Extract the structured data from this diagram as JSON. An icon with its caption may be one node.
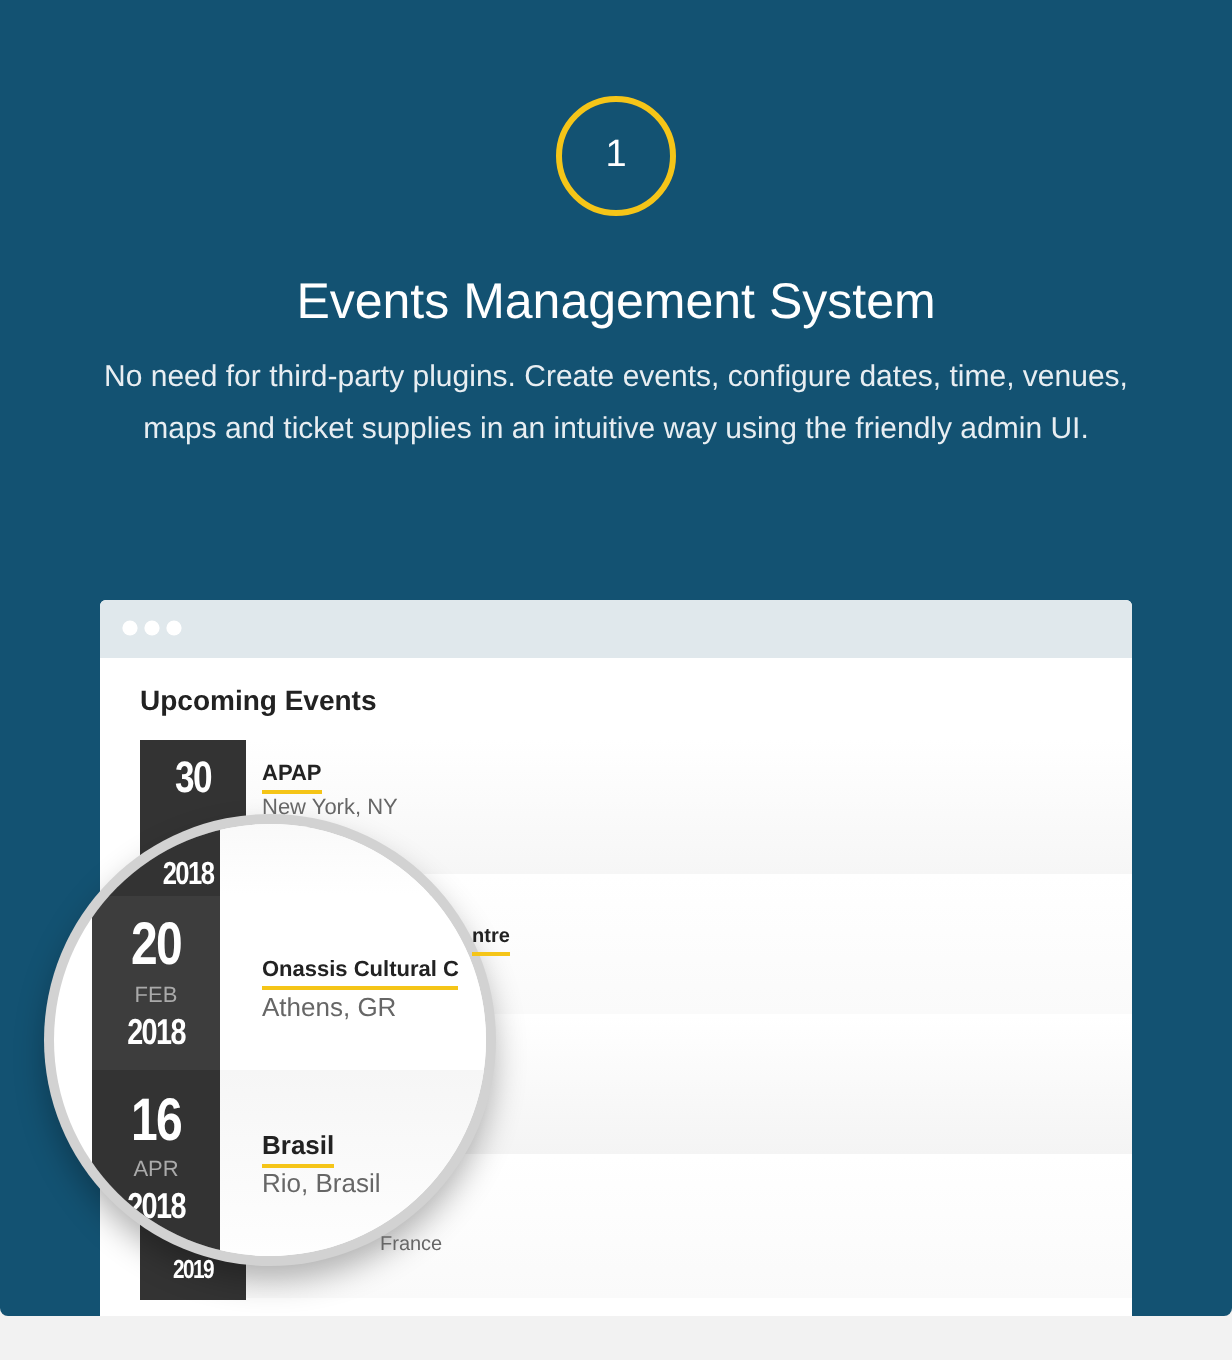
{
  "diagram": {
    "title": "Events Management System",
    "caption": "No need for third-party plugins. Create events, configure dates, time, venues, maps and ticket supplies in an intuitive way using the friendly admin UI.",
    "nodes": [
      {
        "text": [
          "1"
        ]
      }
    ],
    "labels": [
      "Upcoming Events",
      "30",
      "APAP",
      "New York, NY",
      "2018",
      "20",
      "FEB",
      "2018",
      "ntre",
      "Onassis Cultural C",
      "Athens, GR",
      "16",
      "APR",
      "2018",
      "Brasil",
      "Rio, Brasil",
      "France",
      "2019"
    ]
  }
}
